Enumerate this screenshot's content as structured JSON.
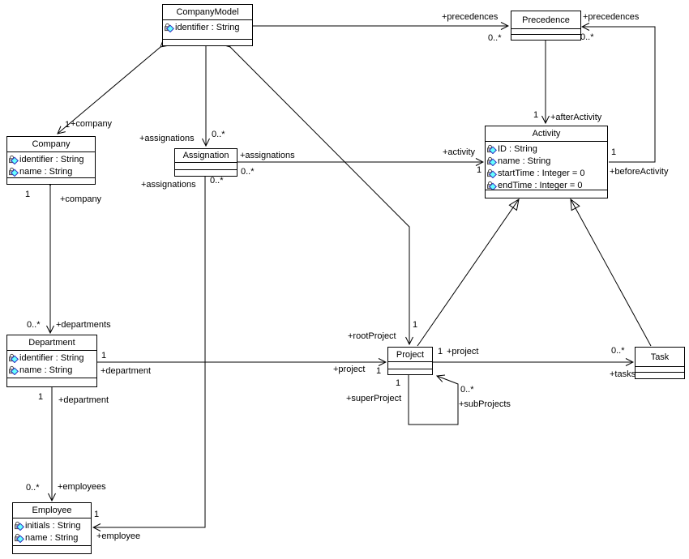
{
  "diagram_type": "uml-class-diagram",
  "colors": {
    "background": "#ffffff",
    "line": "#000000",
    "box_background": "#ffffff",
    "attribute_diamond_fill": "#66ffff",
    "attribute_diamond_border": "#2f2fbf",
    "attribute_lock_fill": "#bdbdbd",
    "attribute_lock_border": "#4d4d4d"
  },
  "classes": [
    {
      "id": "companymodel",
      "name": "CompanyModel",
      "attributes": [
        "identifier : String"
      ]
    },
    {
      "id": "precedence",
      "name": "Precedence",
      "attributes": []
    },
    {
      "id": "company",
      "name": "Company",
      "attributes": [
        "identifier : String",
        "name : String"
      ]
    },
    {
      "id": "assignation",
      "name": "Assignation",
      "attributes": []
    },
    {
      "id": "activity",
      "name": "Activity",
      "attributes": [
        "ID : String",
        "name : String",
        "startTime : Integer = 0",
        "endTime : Integer = 0"
      ]
    },
    {
      "id": "department",
      "name": "Department",
      "attributes": [
        "identifier : String",
        "name : String"
      ]
    },
    {
      "id": "project",
      "name": "Project",
      "attributes": []
    },
    {
      "id": "task",
      "name": "Task",
      "attributes": []
    },
    {
      "id": "employee",
      "name": "Employee",
      "attributes": [
        "initials : String",
        "name : String"
      ]
    }
  ],
  "edge_labels": [
    {
      "id": "prec-left-role",
      "text": "+precedences"
    },
    {
      "id": "prec-left-mult",
      "text": "0..*"
    },
    {
      "id": "prec-right-role",
      "text": "+precedences"
    },
    {
      "id": "prec-right-mult",
      "text": "0..*"
    },
    {
      "id": "afteractivity-mult",
      "text": "1"
    },
    {
      "id": "afteractivity-role",
      "text": "+afterActivity"
    },
    {
      "id": "beforeactivity-mult",
      "text": "1"
    },
    {
      "id": "beforeactivity-role",
      "text": "+beforeActivity"
    },
    {
      "id": "activity-role",
      "text": "+activity"
    },
    {
      "id": "activity-mult",
      "text": "1"
    },
    {
      "id": "assig-top-role",
      "text": "+assignations"
    },
    {
      "id": "assig-top-mult",
      "text": "0..*"
    },
    {
      "id": "assig-right-role",
      "text": "+assignations"
    },
    {
      "id": "assig-right-mult",
      "text": "0..*"
    },
    {
      "id": "assig-bottom-role",
      "text": "+assignations"
    },
    {
      "id": "assig-bottom-mult",
      "text": "0..*"
    },
    {
      "id": "companytop-mult",
      "text": "1"
    },
    {
      "id": "companytop-role",
      "text": "+company"
    },
    {
      "id": "companybot-mult",
      "text": "1"
    },
    {
      "id": "companybot-role",
      "text": "+company"
    },
    {
      "id": "departments-mult",
      "text": "0..*"
    },
    {
      "id": "departments-role",
      "text": "+departments"
    },
    {
      "id": "deptbot-mult",
      "text": "1"
    },
    {
      "id": "deptbot-role",
      "text": "+department"
    },
    {
      "id": "employees-mult",
      "text": "0..*"
    },
    {
      "id": "employees-role",
      "text": "+employees"
    },
    {
      "id": "employee-mult",
      "text": "1"
    },
    {
      "id": "employee-role",
      "text": "+employee"
    },
    {
      "id": "deptright-mult",
      "text": "1"
    },
    {
      "id": "deptright-role",
      "text": "+department"
    },
    {
      "id": "projleft-role",
      "text": "+project"
    },
    {
      "id": "projleft-mult",
      "text": "1"
    },
    {
      "id": "projright-mult",
      "text": "1"
    },
    {
      "id": "projright-role",
      "text": "+project"
    },
    {
      "id": "tasks-mult",
      "text": "0..*"
    },
    {
      "id": "tasks-role",
      "text": "+tasks"
    },
    {
      "id": "rootproject-mult",
      "text": "1"
    },
    {
      "id": "rootproject-role",
      "text": "+rootProject"
    },
    {
      "id": "superproj-mult",
      "text": "1"
    },
    {
      "id": "superproj-role",
      "text": "+superProject"
    },
    {
      "id": "subproj-mult",
      "text": "0..*"
    },
    {
      "id": "subproj-role",
      "text": "+subProjects"
    }
  ]
}
